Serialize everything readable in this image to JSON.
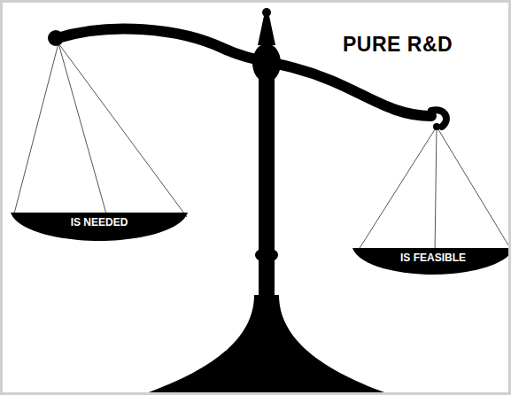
{
  "diagram": {
    "title": "PURE R&D",
    "nodes": [
      {
        "text": [
          "IS NEEDED"
        ]
      },
      {
        "text": [
          "IS FEASIBLE"
        ]
      }
    ]
  }
}
